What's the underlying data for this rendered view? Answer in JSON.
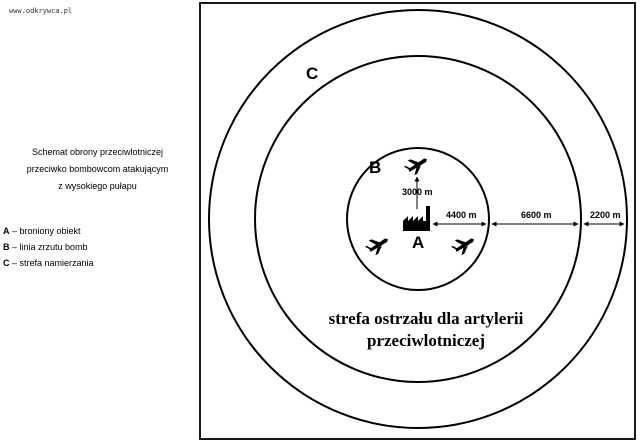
{
  "watermark": "www.odkrywca.pl",
  "title_lines": [
    "Schemat obrony przeciwlotniczej",
    "przeciwko bombowcom atakującym",
    "z wysokiego pułapu"
  ],
  "legend": [
    {
      "key": "A",
      "text": " – broniony obiekt"
    },
    {
      "key": "B",
      "text": " – linia zrzutu bomb"
    },
    {
      "key": "C",
      "text": " – strefa namierzania"
    }
  ],
  "diagram": {
    "labels": {
      "a": "A",
      "b": "B",
      "c": "C"
    },
    "distances": {
      "altitude": "3000 m",
      "inner": "4400 m",
      "middle": "6600 m",
      "outer": "2200 m"
    },
    "zone_lines": [
      "strefa ostrzału dla artylerii",
      "przeciwlotniczej"
    ]
  }
}
